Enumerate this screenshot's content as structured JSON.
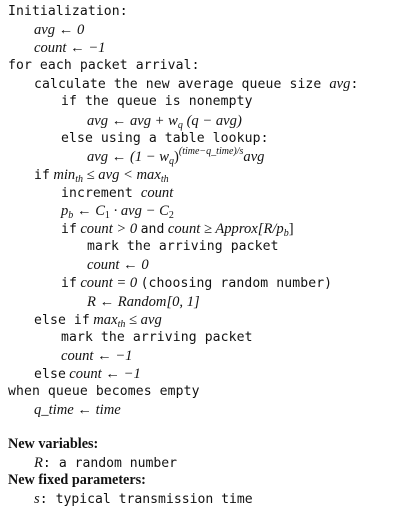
{
  "algorithm": {
    "init_label": "Initialization:",
    "init_avg": "avg ← 0",
    "init_count": "count ← −1",
    "for_each": "for each packet arrival:",
    "calc_avg_text": "calculate the new average queue size ",
    "calc_avg_var": "avg",
    "calc_avg_colon": ":",
    "if_nonempty": "if the queue is nonempty",
    "avg_update": "avg ← avg + w",
    "avg_update_sub": "q",
    "avg_update_rest": " (q − avg)",
    "else_lookup": "else using a table lookup:",
    "avg_decay_lhs": "avg ← (1 − w",
    "avg_decay_sub": "q",
    "avg_decay_rp": ")",
    "avg_decay_exp": "(time−q_time)/s",
    "avg_decay_rhs": "avg",
    "if_kw": "if",
    "cond_min": "min",
    "cond_min_sub": "th",
    "cond_mid": " ≤ avg < max",
    "cond_max_sub": "th",
    "increment_text": "increment ",
    "increment_var": "count",
    "pb_lhs": "p",
    "pb_lhs_sub": "b",
    "pb_rhs": " ← C",
    "pb_c1_sub": "1",
    "pb_rhs2": " · avg − C",
    "pb_c2_sub": "2",
    "if_count_kw": "if",
    "cond_count": "count > 0",
    "and_kw": "and",
    "cond_count2": "count ≥ Approx[R/p",
    "cond_count2_sub": "b",
    "cond_count2_end": "]",
    "mark_arriving": "mark the arriving packet",
    "count_reset_0": "count ← 0",
    "if_count0_kw": "if",
    "cond_count0": "count = 0",
    "choosing_random": "(choosing random number)",
    "random_assign": "R ← Random[0, 1]",
    "else_if_kw": "else if",
    "cond_max": "max",
    "cond_max2_sub": "th",
    "cond_max_end": " ≤ avg",
    "mark_arriving2": "mark the arriving packet",
    "count_neg1_inner": "count ← −1",
    "else_kw": "else",
    "count_neg1_outer": "count ← −1",
    "when_empty": "when queue becomes empty",
    "qtime_assign": "q_time ← time"
  },
  "new_variables": {
    "heading": "New variables:",
    "symbol": "R",
    "colon": ":",
    "description": "a random number"
  },
  "new_fixed_parameters": {
    "heading": "New fixed parameters:",
    "symbol": "s",
    "colon": ":",
    "description": "typical transmission time"
  }
}
